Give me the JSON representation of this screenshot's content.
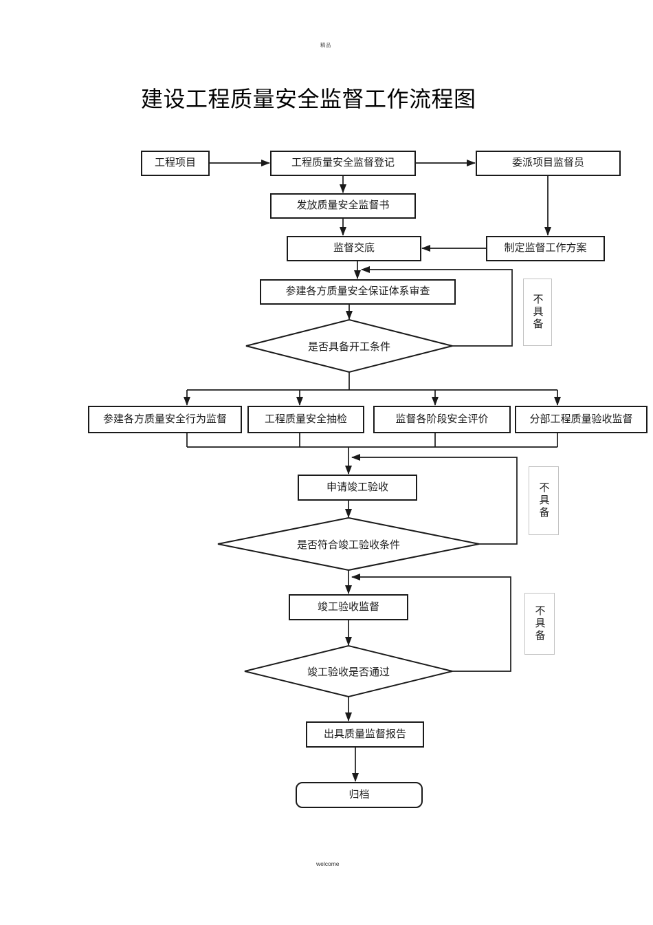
{
  "page": {
    "watermark_top": "精品",
    "watermark_bottom": "welcome",
    "title": "建设工程质量安全监督工作流程图"
  },
  "flow": {
    "reject_label": "不具备",
    "nodes": {
      "project": "工程项目",
      "register": "工程质量安全监督登记",
      "assign_supervisor": "委派项目监督员",
      "issue_letter": "发放质量安全监督书",
      "brief": "监督交底",
      "make_plan": "制定监督工作方案",
      "system_review": "参建各方质量安全保证体系审查",
      "decision_start": "是否具备开工条件",
      "behavior_supervision": "参建各方质量安全行为监督",
      "spot_check": "工程质量安全抽检",
      "stage_evaluation": "监督各阶段安全评价",
      "division_acceptance": "分部工程质量验收监督",
      "apply_acceptance": "申请竣工验收",
      "decision_acceptance_cond": "是否符合竣工验收条件",
      "acceptance_supervision": "竣工验收监督",
      "decision_acceptance_pass": "竣工验收是否通过",
      "issue_report": "出具质量监督报告",
      "archive": "归档"
    }
  }
}
